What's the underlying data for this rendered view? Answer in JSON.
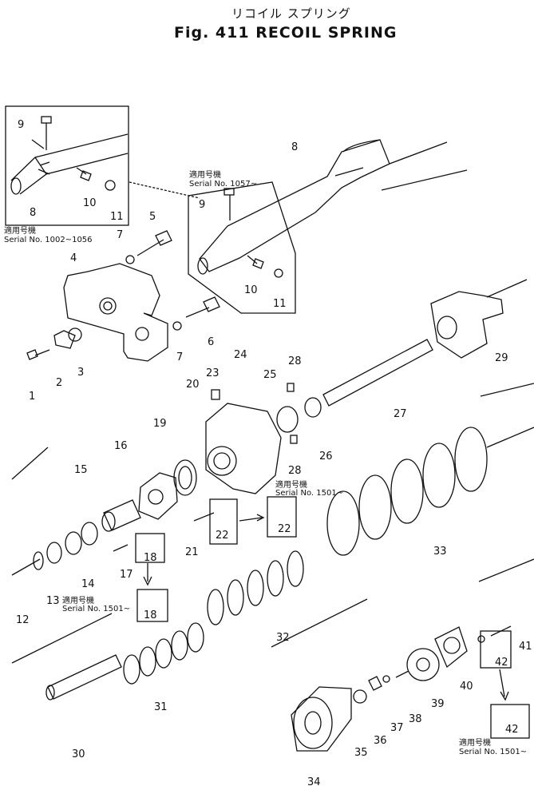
{
  "title": {
    "japanese": "リコイル スプリング",
    "english": "Fig. 411 RECOIL SPRING"
  },
  "notes": {
    "serial_1002": {
      "jp": "適用号機",
      "en": "Serial No. 1002~1056"
    },
    "serial_1057": {
      "jp": "適用号機",
      "en": "Serial No. 1057~"
    },
    "serial_1501_a": {
      "jp": "適用号機",
      "en": "Serial No. 1501~"
    },
    "serial_1501_b": {
      "jp": "適用号機",
      "en": "Serial No. 1501~"
    },
    "serial_1501_c": {
      "jp": "適用号機",
      "en": "Serial No. 1501~"
    }
  },
  "callouts": [
    "1",
    "2",
    "3",
    "4",
    "5",
    "6",
    "7",
    "7",
    "8",
    "8",
    "9",
    "9",
    "10",
    "10",
    "11",
    "11",
    "12",
    "13",
    "14",
    "15",
    "16",
    "17",
    "18",
    "18",
    "19",
    "20",
    "21",
    "22",
    "22",
    "23",
    "24",
    "25",
    "26",
    "27",
    "28",
    "28",
    "29",
    "30",
    "31",
    "32",
    "33",
    "34",
    "35",
    "36",
    "37",
    "38",
    "39",
    "40",
    "41",
    "42",
    "42"
  ],
  "icons": [
    "recoil-spring-parts-diagram"
  ]
}
